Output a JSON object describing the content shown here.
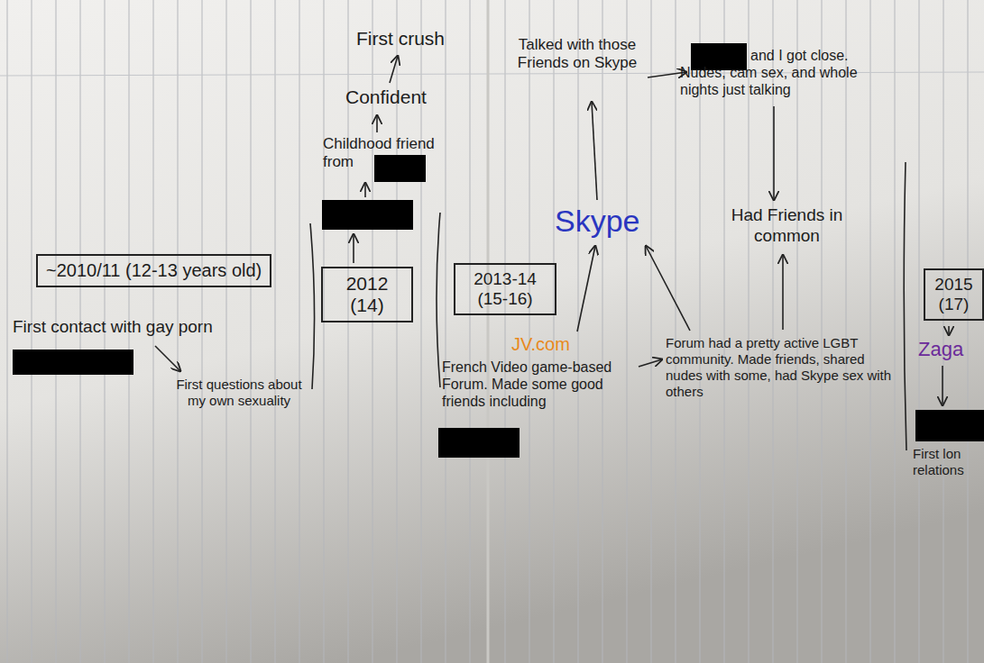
{
  "diagram": {
    "nodes": [
      {
        "text": [
          "~2010/11 (12-13 years old)"
        ]
      },
      {
        "text": [
          "2012 (14)"
        ]
      },
      {
        "text": [
          "2013-14 (15-16)"
        ]
      },
      {
        "text": [
          "2015 (17)"
        ]
      }
    ],
    "labels": [
      "First contact with gay porn",
      "First questions about my own sexuality",
      "Childhood friend from",
      "Confident",
      "First crush",
      "Talked with those Friends on Skype",
      "and I got close. Nudes, cam sex, and whole nights just talking",
      "Had Friends in common",
      "Skype",
      "JV.com",
      "French Video game-based Forum. Made some good friends including",
      "Forum had a pretty active LGBT community. Made friends, shared nudes with some, had Skype sex with others",
      "Zaga",
      "First lon relations"
    ]
  }
}
